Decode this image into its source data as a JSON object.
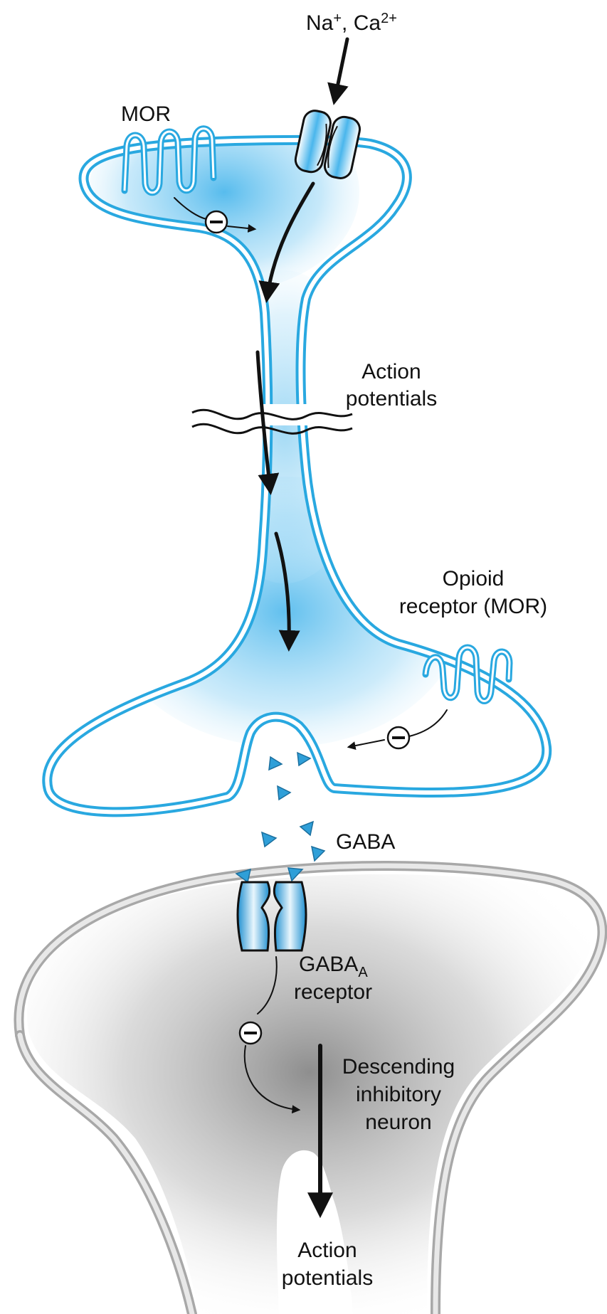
{
  "colors": {
    "presynaptic_membrane": "#29a8e0",
    "presynaptic_fill": "#4db8ee",
    "postsynaptic_membrane": "#aaaaaa",
    "postsynaptic_fill": "#8a8a8a",
    "gaba": "#2f9fd8",
    "arrow": "#111111"
  },
  "labels": {
    "ions": "Na+, Ca2+",
    "ion_na": "Na",
    "ion_na_sup": "+",
    "ion_sep": ", Ca",
    "ion_ca_sup": "2+",
    "mor_top": "MOR",
    "action_potentials_top_1": "Action",
    "action_potentials_top_2": "potentials",
    "opioid_receptor_1": "Opioid",
    "opioid_receptor_2": "receptor (MOR)",
    "gaba": "GABA",
    "gaba_a_receptor_1": "GABA",
    "gaba_a_receptor_sub": "A",
    "gaba_a_receptor_2": "receptor",
    "descending_1": "Descending",
    "descending_2": "inhibitory",
    "descending_3": "neuron",
    "action_potentials_bottom_1": "Action",
    "action_potentials_bottom_2": "potentials",
    "minus_sign": "–"
  },
  "icons": {
    "receptor_coil": "mor-receptor-icon",
    "ion_channel": "ion-channel-icon",
    "gaba_channel": "gaba-a-channel-icon",
    "inhibition": "minus-circle-icon"
  }
}
